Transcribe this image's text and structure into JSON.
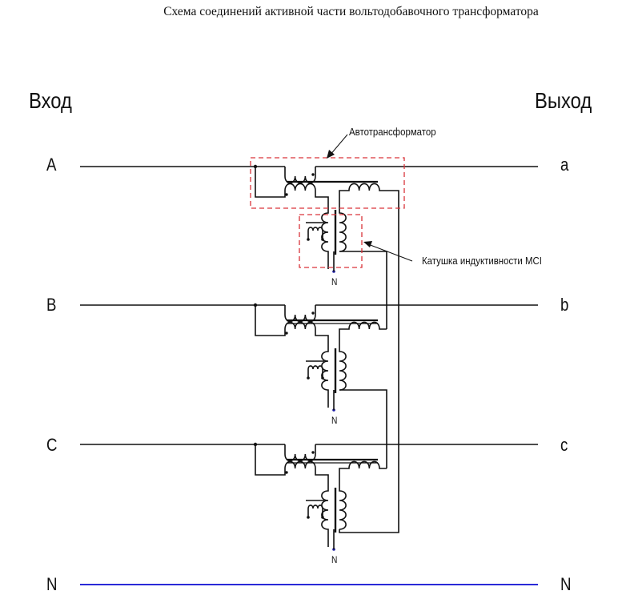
{
  "title": "Схема соединений активной части вольтодобавочного трансформатора",
  "headers": {
    "input": "Вход",
    "output": "Выход"
  },
  "phases": {
    "inputs": [
      "A",
      "B",
      "C",
      "N"
    ],
    "outputs": [
      "a",
      "b",
      "c",
      "N"
    ]
  },
  "annotations": {
    "autotransformer": "Автотрансформатор",
    "inductor": "Катушка индуктивности MCI"
  },
  "neutral_labels": [
    "N",
    "N",
    "N"
  ],
  "colors": {
    "line": "#111111",
    "neutral_bus": "#2a2ad8",
    "highlight_box": "#d9343a",
    "neutral_dot": "#1a1aa0"
  }
}
